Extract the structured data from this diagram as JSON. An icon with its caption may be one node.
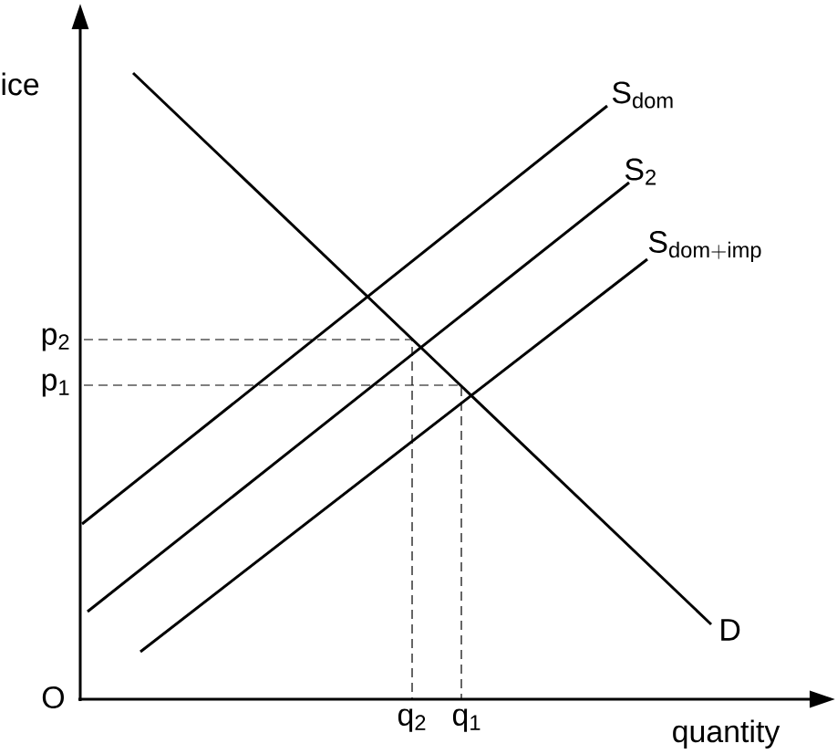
{
  "diagram": {
    "labels": [
      "ice",
      "S$_{dom}$",
      "S$_{2}$",
      "\\mathrm{S}_{\\mathrm{dom}+\\mathrm{imp}}",
      "D",
      "p$_{2}$",
      "p$_{1}$",
      "O",
      "q$_{2}$",
      "q$_{1}$",
      "quantity"
    ]
  }
}
